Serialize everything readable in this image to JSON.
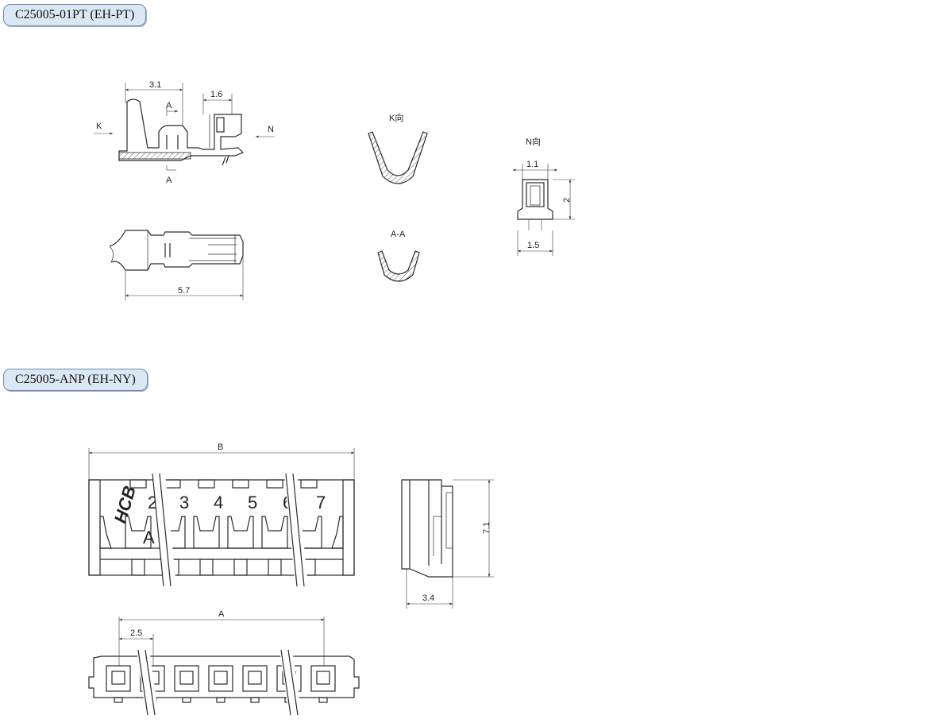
{
  "sections": [
    {
      "title": "C25005-01PT (EH-PT)"
    },
    {
      "title": "C25005-ANP (EH-NY)"
    }
  ],
  "terminal": {
    "dims": {
      "d1": "3.1",
      "d2": "1.6",
      "d3": "5.7",
      "d4": "1.1",
      "d5": "2",
      "d6": "1.5"
    },
    "labels": {
      "k": "K",
      "n": "N",
      "a_top": "A",
      "a_bottom": "A"
    },
    "views": {
      "k_view": "K向",
      "aa_view": "A-A",
      "n_view": "N向"
    }
  },
  "housing": {
    "dims": {
      "b": "B",
      "a": "A",
      "pitch": "2.5",
      "height": "7.1",
      "depth": "3.4"
    },
    "logo": "HCB",
    "pin_numbers": [
      "2",
      "3",
      "4",
      "5",
      "6",
      "7"
    ],
    "partial_label": "A"
  }
}
